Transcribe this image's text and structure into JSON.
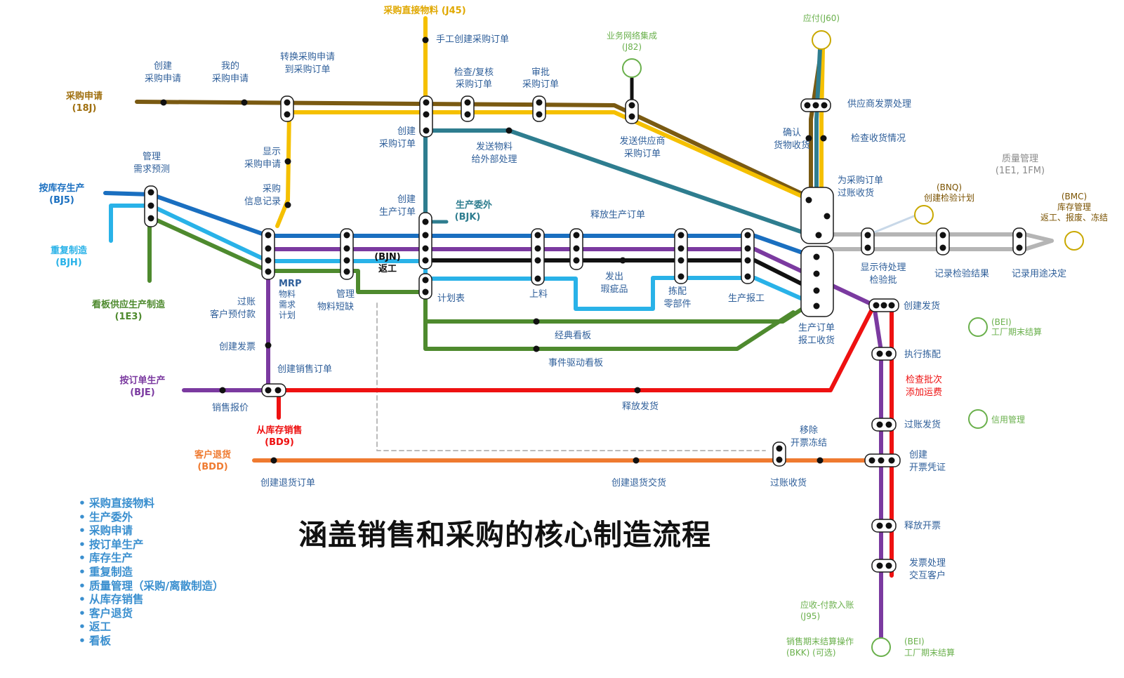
{
  "title": "涵盖销售和采购的核心制造流程",
  "legend": [
    "采购直接物料",
    "生产委外",
    "采购申请",
    "按订单生产",
    "库存生产",
    "重复制造",
    "质量管理（采购/离散制造）",
    "从库存销售",
    "客户退货",
    "返工",
    "看板"
  ],
  "colors": {
    "purchase_req": "#7a5a12",
    "direct_material": "#f5c000",
    "outsourcing": "#2e7d8f",
    "make_to_stock": "#1a6fc0",
    "repetitive": "#29b2e8",
    "kanban": "#4e8a2e",
    "make_to_order": "#7b3aa0",
    "sell_from_stock": "#ee1111",
    "customer_return": "#ef7a30",
    "rework": "#111111",
    "quality": "#b5b5b5",
    "gold_label": "#7a5200",
    "green_label": "#6ab04c",
    "blue_label": "#2f6fae"
  },
  "lines": {
    "direct_material": {
      "name": "采购直接物料 (J45)"
    },
    "purchase_req": {
      "name": "采购申请",
      "code": "(18J)"
    },
    "make_to_stock": {
      "name": "按库存生产",
      "code": "(BJ5)"
    },
    "repetitive": {
      "name": "重复制造",
      "code": "(BJH)"
    },
    "kanban": {
      "name": "看板供应生产制造",
      "code": "(1E3)"
    },
    "make_to_order": {
      "name": "按订单生产",
      "code": "(BJE)"
    },
    "sell_from_stock": {
      "name": "从库存销售",
      "code": "(BD9)"
    },
    "customer_return": {
      "name": "客户退货",
      "code": "(BDD)"
    },
    "rework": {
      "name": "(BJN)",
      "sub": "返工"
    },
    "outsourcing": {
      "name": "生产委外",
      "code": "(BJK)"
    },
    "payables": {
      "name": "应付(J60)"
    },
    "network": {
      "name": "业务网络集成",
      "code": "(J82)"
    },
    "quality": {
      "name": "质量管理",
      "code": "(1E1, 1FM)"
    },
    "bnq": {
      "name": "(BNQ)",
      "sub": "创建检验计划"
    },
    "bmc": {
      "name": "(BMC)",
      "sub1": "库存管理",
      "sub2": "返工、报废、冻结"
    },
    "bei1": {
      "name": "(BEI)",
      "sub": "工厂期末结算"
    },
    "credit": {
      "name": "信用管理"
    },
    "j95": {
      "name": "应收-付款入账",
      "code": "(J95)"
    },
    "bkk": {
      "name": "销售期末结算操作",
      "code": "(BKK) (可选)"
    },
    "bei2": {
      "name": "(BEI)",
      "sub": "工厂期末结算"
    }
  },
  "stations": {
    "manual_po": "手工创建采购订单",
    "create_pr": [
      "创建",
      "采购申请"
    ],
    "my_pr": [
      "我的",
      "采购申请"
    ],
    "convert_pr": [
      "转换采购申请",
      "到采购订单"
    ],
    "check_po": [
      "检查/复核",
      "采购订单"
    ],
    "approve_po": [
      "审批",
      "采购订单"
    ],
    "manage_demand": [
      "管理",
      "需求预测"
    ],
    "show_pr": [
      "显示",
      "采购申请"
    ],
    "purch_info": [
      "采购",
      "信息记录"
    ],
    "create_po": [
      "创建",
      "采购订单"
    ],
    "send_material": [
      "发送物料",
      "给外部处理"
    ],
    "send_po": [
      "发送供应商",
      "采购订单"
    ],
    "create_prod_order": [
      "创建",
      "生产订单"
    ],
    "release_prod": "释放生产订单",
    "vendor_invoice": "供应商发票处理",
    "confirm_receipt": [
      "确认",
      "货物收货"
    ],
    "check_receipt": "检查收货情况",
    "post_gr": [
      "为采购订单",
      "过账收货"
    ],
    "mrp": [
      "MRP",
      "物料",
      "需求",
      "计划"
    ],
    "mat_shortage": [
      "管理",
      "物料短缺"
    ],
    "schedule": "计划表",
    "staging": "上料",
    "issue_defect": [
      "发出",
      "瑕疵品"
    ],
    "pick_parts": [
      "拣配",
      "零部件"
    ],
    "prod_confirm": "生产报工",
    "prod_gr": [
      "生产订单",
      "报工收货"
    ],
    "show_pending": [
      "显示待处理",
      "检验批"
    ],
    "record_results": "记录检验结果",
    "usage_decision": "记录用途决定",
    "post_down_pay": [
      "过账",
      "客户预付款"
    ],
    "create_invoice": "创建发票",
    "create_so": "创建销售订单",
    "sales_quote": "销售报价",
    "classic_kanban": "经典看板",
    "event_kanban": "事件驱动看板",
    "release_delivery": "释放发货",
    "create_delivery": "创建发货",
    "exec_picking": "执行拣配",
    "check_batch": [
      "检查批次",
      "添加运费"
    ],
    "post_gi": "过账发货",
    "create_billing": [
      "创建",
      "开票凭证"
    ],
    "release_billing": "释放开票",
    "send_billing": [
      "发票处理",
      "交互客户"
    ],
    "remove_block": [
      "移除",
      "开票冻结"
    ],
    "create_return": "创建退货订单",
    "create_return_del": "创建退货交货",
    "post_return_gr": "过账收货"
  }
}
